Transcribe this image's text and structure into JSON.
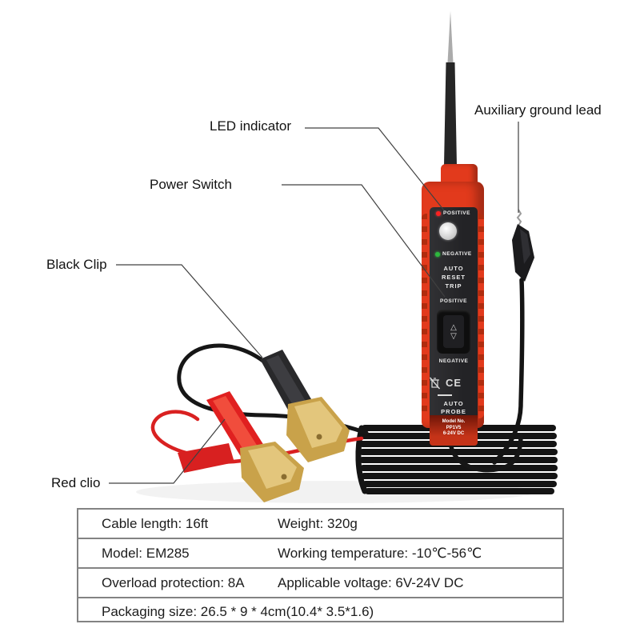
{
  "labels": {
    "led": "LED indicator",
    "power": "Power Switch",
    "black_clip": "Black Clip",
    "red_clip": "Red clio",
    "aux": "Auxiliary ground lead"
  },
  "device": {
    "positive": "POSITIVE",
    "negative": "NEGATIVE",
    "auto_reset": [
      "AUTO",
      "RESET",
      "TRIP"
    ],
    "switch_positive": "POSITIVE",
    "switch_negative": "NEGATIVE",
    "rocker_up": "△",
    "rocker_down": "▽",
    "ce": "CE",
    "auto_probe": [
      "AUTO",
      "PROBE"
    ],
    "model_lines": [
      "Model No.",
      "PP1V5",
      "6-24V DC"
    ]
  },
  "spec_table": {
    "rows": [
      [
        "Cable length: 16ft",
        "Weight: 320g"
      ],
      [
        "Model: EM285",
        "Working temperature: -10℃-56℃"
      ],
      [
        "Overload protection: 8A",
        "Applicable voltage: 6V-24V DC"
      ],
      [
        "Packaging size: 26.5 * 9 * 4cm(10.4* 3.5*1.6)"
      ]
    ]
  },
  "colors": {
    "body_red": "#e23a1c",
    "panel_dark": "#2a2a2d",
    "led_red": "#ff2020",
    "led_green": "#2db83d",
    "brass": "#c9a24a",
    "wire_red": "#d92121",
    "wire_black": "#161616",
    "callout_line": "#404040"
  }
}
